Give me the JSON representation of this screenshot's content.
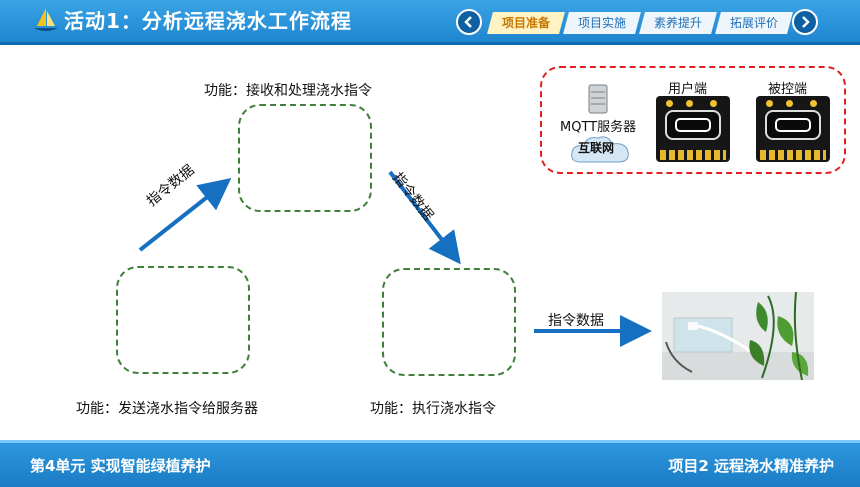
{
  "header": {
    "title": "活动1：分析远程浇水工作流程",
    "tabs": [
      {
        "label": "项目准备",
        "active": true
      },
      {
        "label": "项目实施",
        "active": false
      },
      {
        "label": "素养提升",
        "active": false
      },
      {
        "label": "拓展评价",
        "active": false
      }
    ]
  },
  "diagram": {
    "top_label": "功能：接收和处理浇水指令",
    "left_label": "功能：发送浇水指令给服务器",
    "right_label": "功能：执行浇水指令",
    "arrow_left": "指令数据",
    "arrow_right": "指令数据",
    "arrow_bottom": "指令数据"
  },
  "legend": {
    "server_label": "MQTT服务器",
    "cloud_label": "互联网",
    "user_label": "用户端",
    "controlled_label": "被控端"
  },
  "footer": {
    "left": "第4单元  实现智能绿植养护",
    "right": "项目2 远程浇水精准养护"
  },
  "colors": {
    "header_blue": "#1f86cf",
    "arrow_blue": "#1670c1",
    "box_green": "#3f7f3a",
    "frame_red": "#e02020",
    "active_tab": "#fff3c4"
  }
}
